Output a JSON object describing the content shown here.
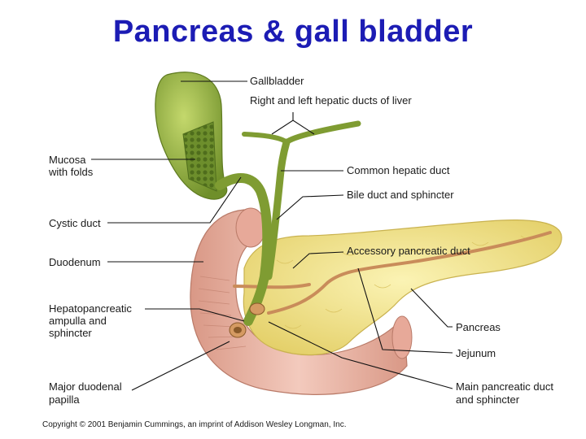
{
  "title": "Pancreas & gall bladder",
  "labels": {
    "gallbladder": "Gallbladder",
    "hepatic_ducts": "Right and left hepatic ducts of liver",
    "mucosa_1": "Mucosa",
    "mucosa_2": "with folds",
    "common_hepatic": "Common hepatic duct",
    "bile_duct": "Bile duct and sphincter",
    "cystic_duct": "Cystic duct",
    "accessory": "Accessory pancreatic duct",
    "duodenum": "Duodenum",
    "hepato_1": "Hepatopancreatic",
    "hepato_2": "ampulla and",
    "hepato_3": "sphincter",
    "pancreas": "Pancreas",
    "jejunum": "Jejunum",
    "major_1": "Major duodenal",
    "major_2": "papilla",
    "main_1": "Main pancreatic duct",
    "main_2": "and sphincter"
  },
  "copyright": "Copyright © 2001 Benjamin Cummings, an imprint of Addison Wesley Longman, Inc.",
  "colors": {
    "title": "#1c1cb4",
    "gallbladder": "#8cac3c",
    "pancreas": "#f1e28a",
    "duodenum": "#e9b7a8",
    "duct": "#c98c5a"
  }
}
